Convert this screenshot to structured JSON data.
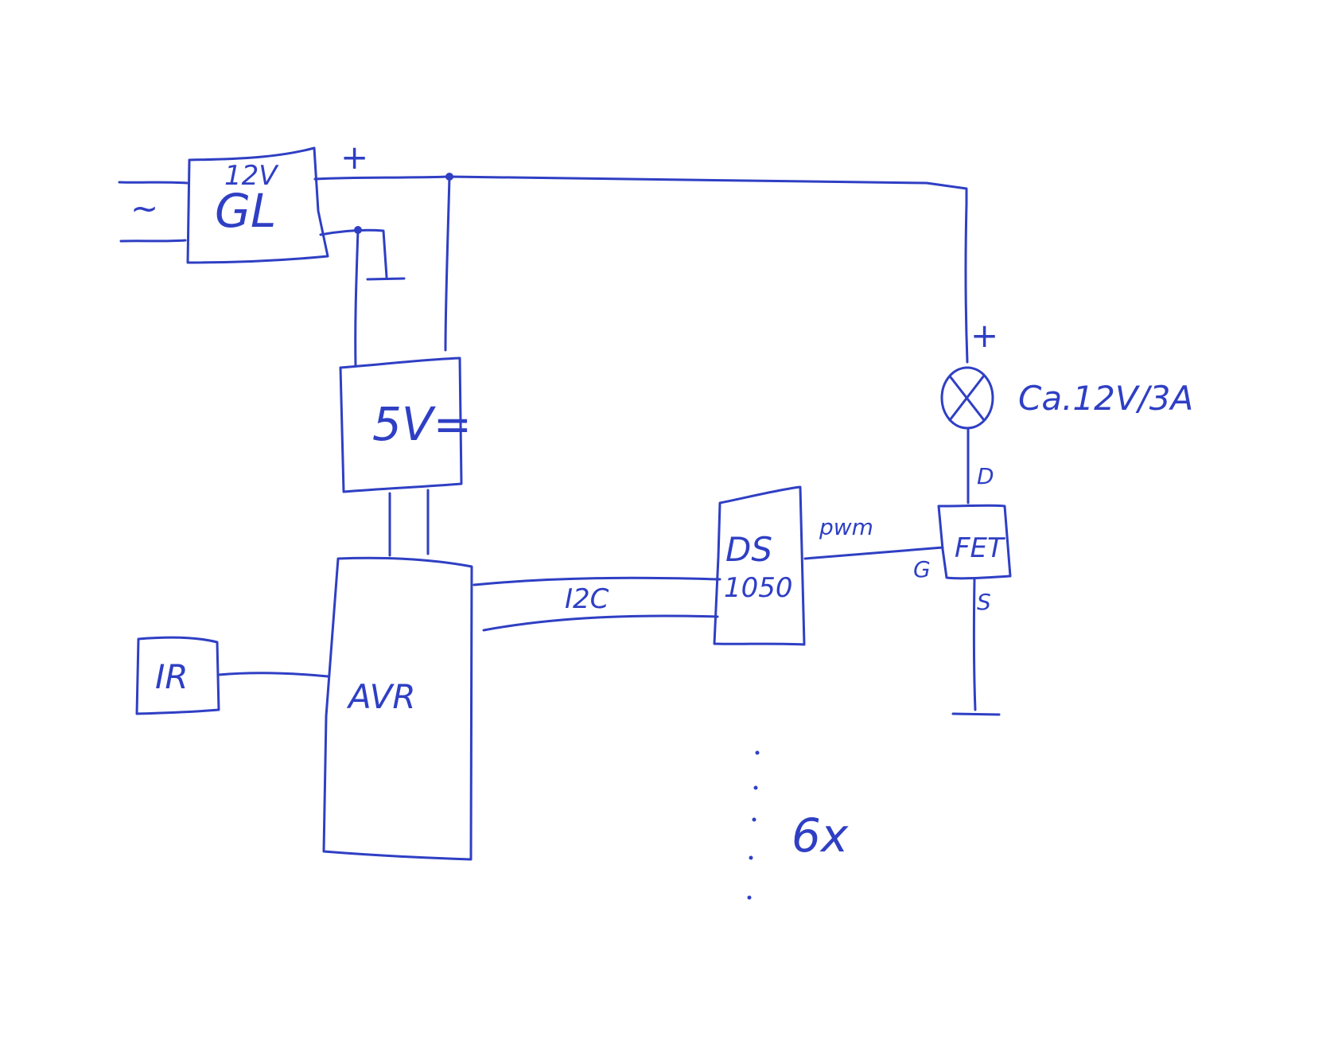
{
  "diagram": {
    "blocks": {
      "power_supply": {
        "top_label": "12V",
        "main_label": "GL"
      },
      "regulator": {
        "label": "5V="
      },
      "avr": {
        "label": "AVR"
      },
      "ir": {
        "label": "IR"
      },
      "driver": {
        "label_line1": "DS",
        "label_line2": "1050"
      },
      "fet": {
        "label": "FET"
      }
    },
    "labels": {
      "ac_symbol": "~",
      "supply_plus": "+",
      "lamp_plus": "+",
      "lamp_rating": "Ca.12V/3A",
      "drain": "D",
      "gate": "G",
      "source": "S",
      "pwm": "pwm",
      "bus": "I2C",
      "multiplier": "6x"
    }
  }
}
